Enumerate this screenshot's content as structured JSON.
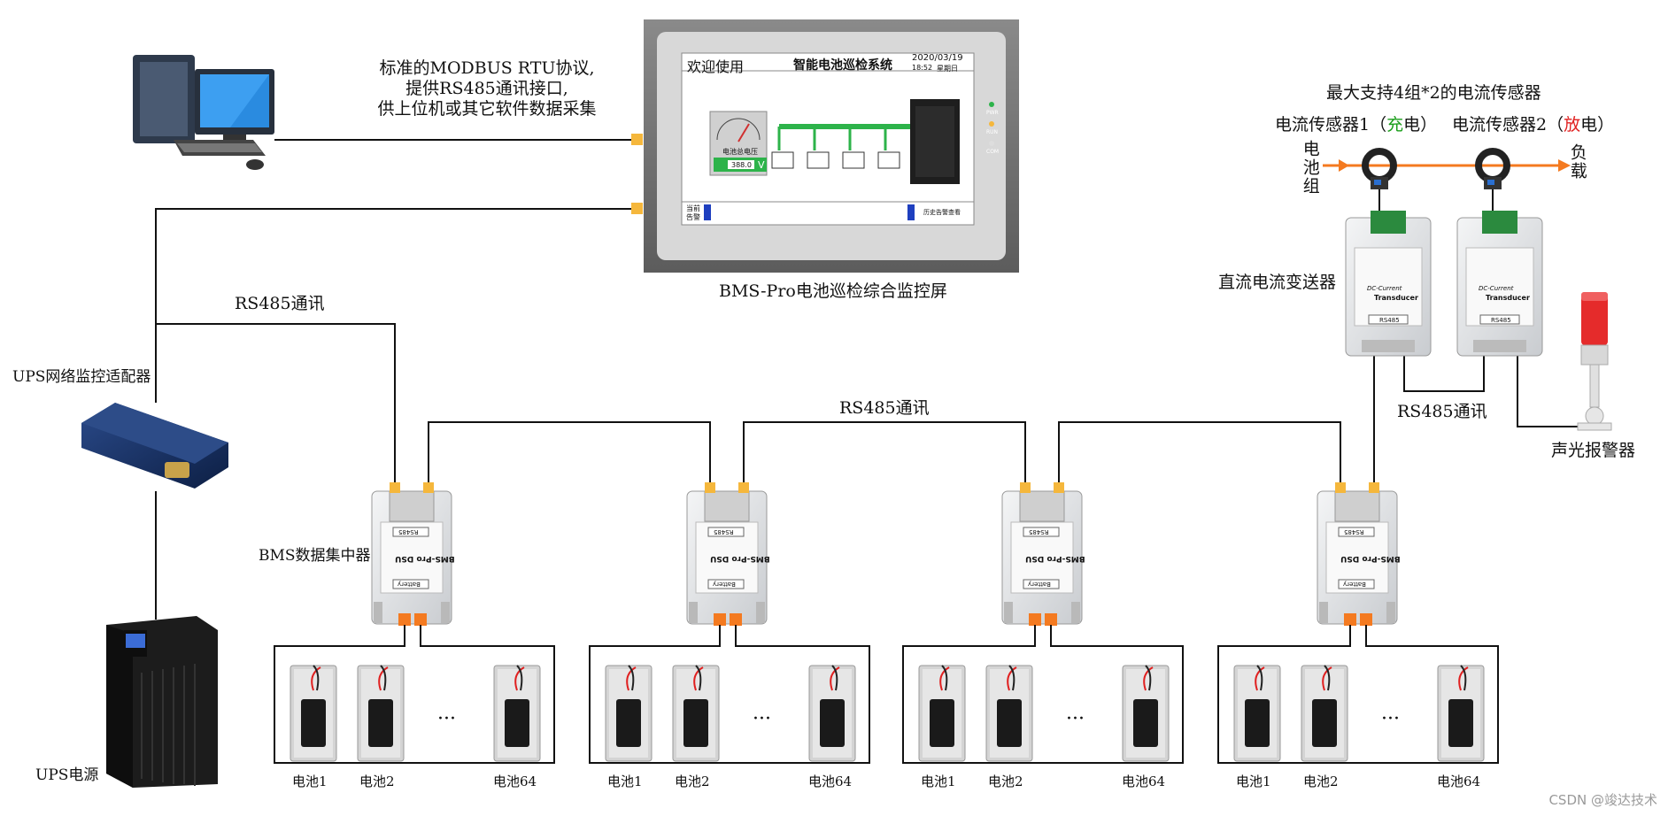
{
  "colors": {
    "wire": "#111111",
    "orange": "#f47a20",
    "gold": "#f5b73c",
    "charge": "#1a9e1a",
    "discharge": "#e02020",
    "screen_green": "#2db34a"
  },
  "pc": {
    "icon": "desktop-computer-icon"
  },
  "top_note": {
    "line1": "标准的MODBUS  RTU协议,",
    "line2": "提供RS485通讯接口,",
    "line3": "供上位机或其它软件数据采集"
  },
  "hmi": {
    "caption": "BMS-Pro电池巡检综合监控屏",
    "welcome": "欢迎使用",
    "title": "智能电池巡检系统",
    "date": "2020/03/19",
    "time": "18:52",
    "weekday": "星期日",
    "gauge_label": "电池总电压",
    "voltage": "388.0",
    "voltage_unit": "V",
    "alarm_label_1": "当前",
    "alarm_label_2": "告警",
    "history_button": "历史告警查看",
    "led_pwr": "PWR",
    "led_run": "RUN",
    "led_com": "COM"
  },
  "labels": {
    "rs485_left": "RS485通讯",
    "rs485_middle": "RS485通讯",
    "rs485_right": "RS485通讯",
    "adapter": "UPS网络监控适配器",
    "ups": "UPS电源",
    "dsu": "BMS数据集中器",
    "transducer": "直流电流变送器",
    "alarm_device": "声光报警器",
    "battery_pack": "电池组",
    "load": "负载"
  },
  "sensors": {
    "header": "最大支持4组*2的电流传感器",
    "s1_prefix": "电流传感器1（",
    "s1_mode": "充",
    "s1_suffix": "电）",
    "s2_prefix": "电流传感器2（",
    "s2_mode": "放",
    "s2_suffix": "电）"
  },
  "device_text": {
    "dsu_name": "BMS-Pro DSU",
    "dsu_rs485": "RS485",
    "dsu_battery": "Battery",
    "transducer_name_1": "DC-Current",
    "transducer_name_2": "Transducer",
    "transducer_rs485": "RS485"
  },
  "battery_groups": [
    {
      "b1": "电池1",
      "b2": "电池2",
      "b64": "电池64",
      "dots": "···"
    },
    {
      "b1": "电池1",
      "b2": "电池2",
      "b64": "电池64",
      "dots": "···"
    },
    {
      "b1": "电池1",
      "b2": "电池2",
      "b64": "电池64",
      "dots": "···"
    },
    {
      "b1": "电池1",
      "b2": "电池2",
      "b64": "电池64",
      "dots": "···"
    }
  ],
  "watermark": "CSDN @竣达技术"
}
